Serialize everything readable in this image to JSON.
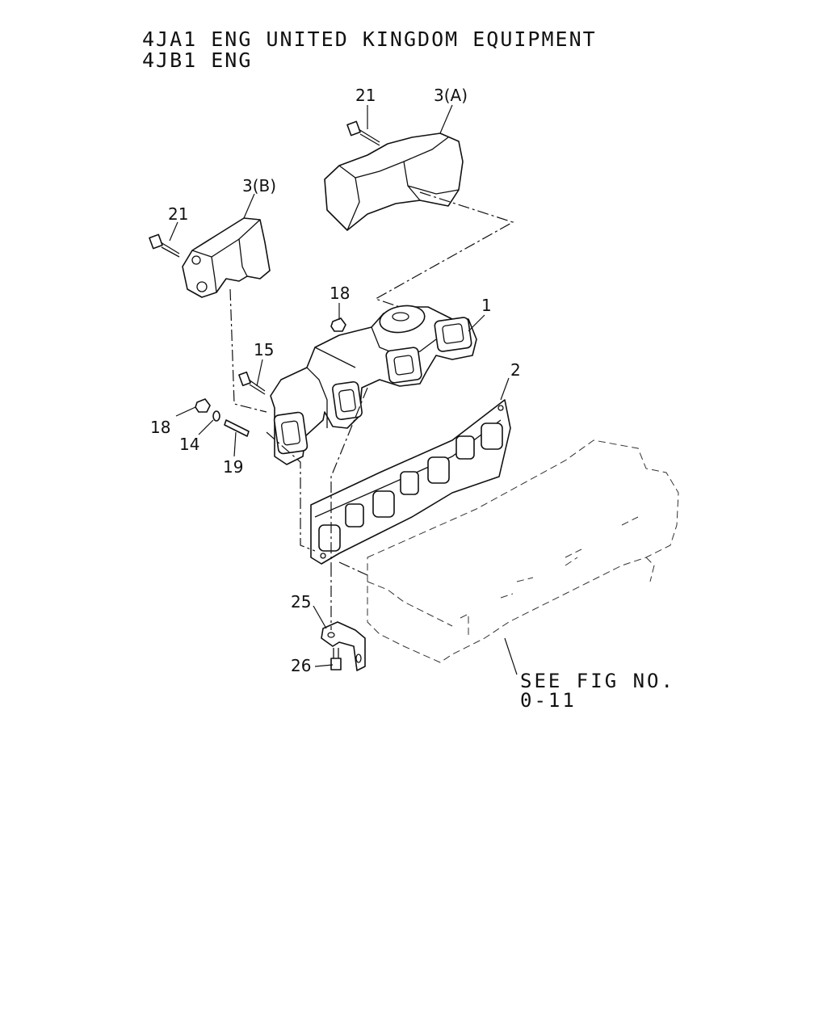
{
  "header": {
    "line1": "4JA1 ENG UNITED KINGDOM EQUIPMENT",
    "line2": "4JB1 ENG"
  },
  "callouts": {
    "c21a": "21",
    "c3a": "3(A)",
    "c3b": "3(B)",
    "c21b": "21",
    "c18a": "18",
    "c1": "1",
    "c15": "15",
    "c2": "2",
    "c18b": "18",
    "c14": "14",
    "c19": "19",
    "c25": "25",
    "c26": "26"
  },
  "reference": {
    "line1": "SEE FIG NO.",
    "line2": "0-11"
  }
}
